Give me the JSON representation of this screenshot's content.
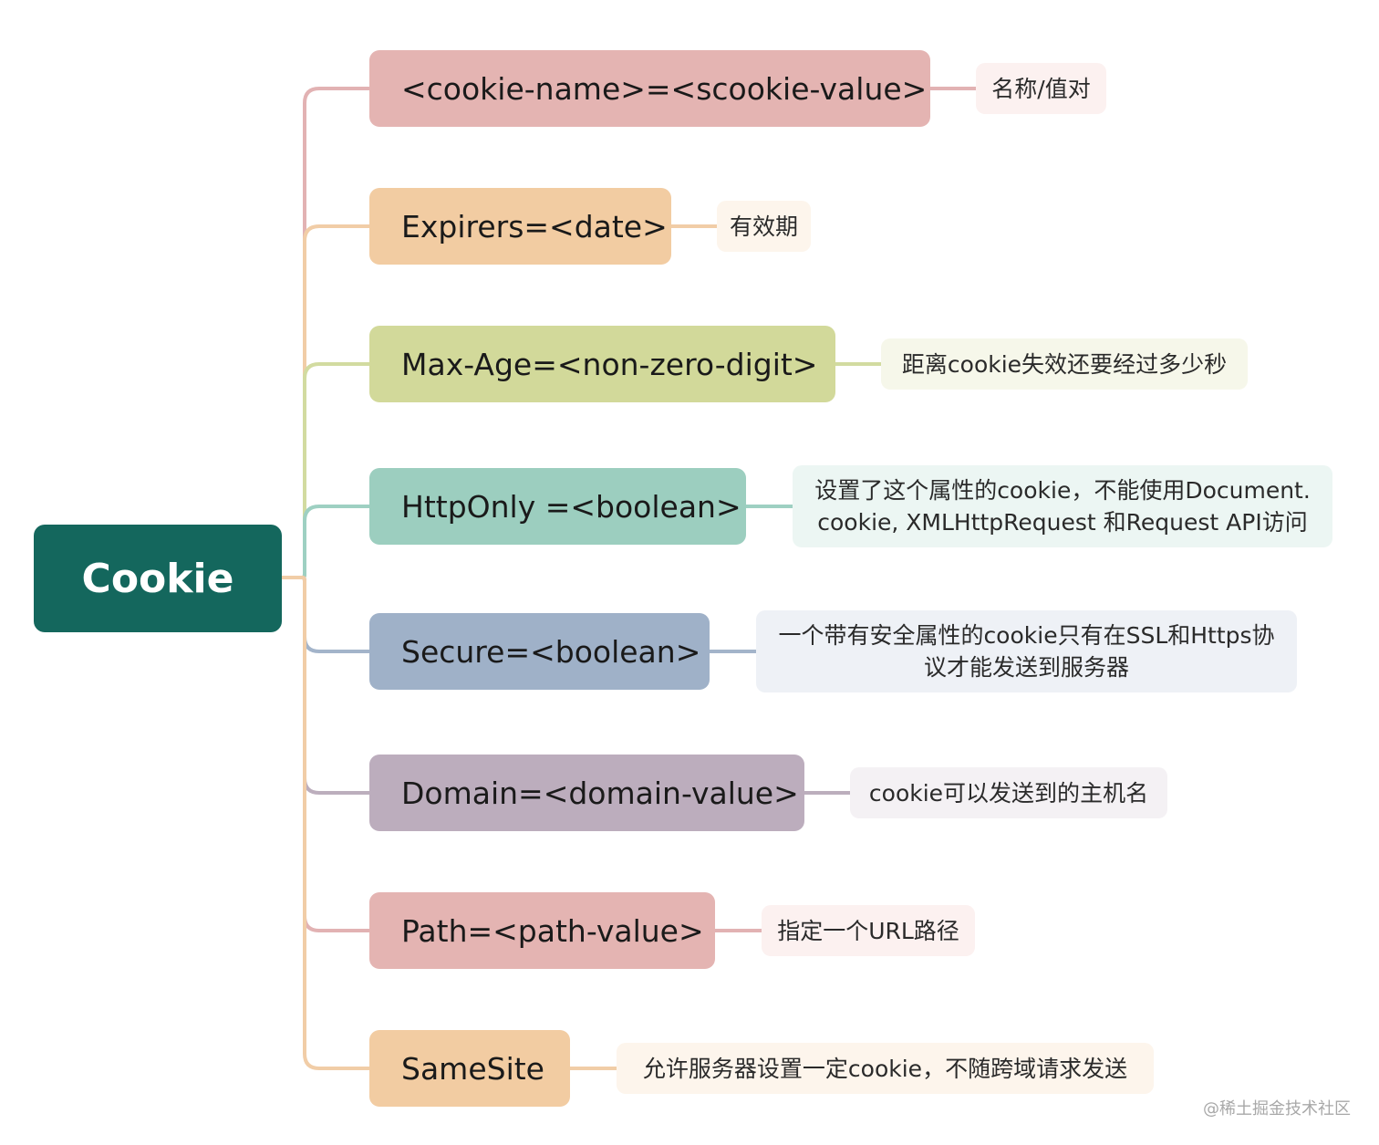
{
  "root": {
    "label": "Cookie",
    "color": "#14675d"
  },
  "attributes": [
    {
      "label": "<cookie-name>=<scookie-value>",
      "desc": "名称/值对",
      "color": "#e4b4b2",
      "line": "#e2b2b3",
      "descBg": "#fcf1f0"
    },
    {
      "label": "Expirers=<date>",
      "desc": "有效期",
      "color": "#f2cca2",
      "line": "#f1cda7",
      "descBg": "#fdf5ec"
    },
    {
      "label": "Max-Age=<non-zero-digit>",
      "desc": "距离cookie失效还要经过多少秒",
      "color": "#d2d99a",
      "line": "#d2dba0",
      "descBg": "#f6f7ea"
    },
    {
      "label": "HttpOnly =<boolean>",
      "desc": "设置了这个属性的cookie，不能使用Document.\ncookie, XMLHttpRequest 和Request API访问",
      "color": "#9ccebf",
      "line": "#9ed0c2",
      "descBg": "#ecf6f3"
    },
    {
      "label": "Secure=<boolean>",
      "desc": "一个带有安全属性的cookie只有在SSL和Https协\n议才能发送到服务器",
      "color": "#9fb1c8",
      "line": "#a3b4ca",
      "descBg": "#eef1f6"
    },
    {
      "label": "Domain=<domain-value>",
      "desc": "cookie可以发送到的主机名",
      "color": "#bcadbd",
      "line": "#bcaebd",
      "descBg": "#f4f1f4"
    },
    {
      "label": "Path=<path-value>",
      "desc": "指定一个URL路径",
      "color": "#e4b4b2",
      "line": "#e2b2b3",
      "descBg": "#fcf1f0"
    },
    {
      "label": "SameSite",
      "desc": "允许服务器设置一定cookie，不随跨域请求发送",
      "color": "#f2cca2",
      "line": "#f1cda7",
      "descBg": "#fdf5ec"
    }
  ],
  "watermark": "@稀土掘金技术社区"
}
